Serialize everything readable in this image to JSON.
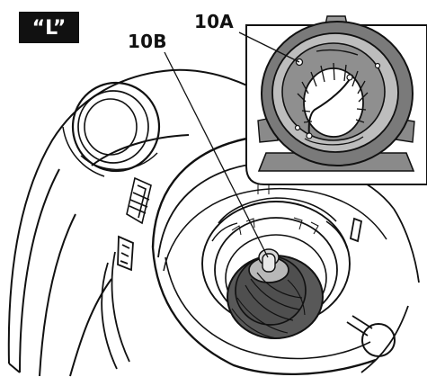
{
  "badge": {
    "text": "“L”"
  },
  "labels": {
    "main_part": "10B",
    "inset_part": "10A"
  },
  "colors": {
    "ink": "#111111",
    "badge_bg": "#111111",
    "badge_text": "#ffffff",
    "paper": "#ffffff"
  }
}
